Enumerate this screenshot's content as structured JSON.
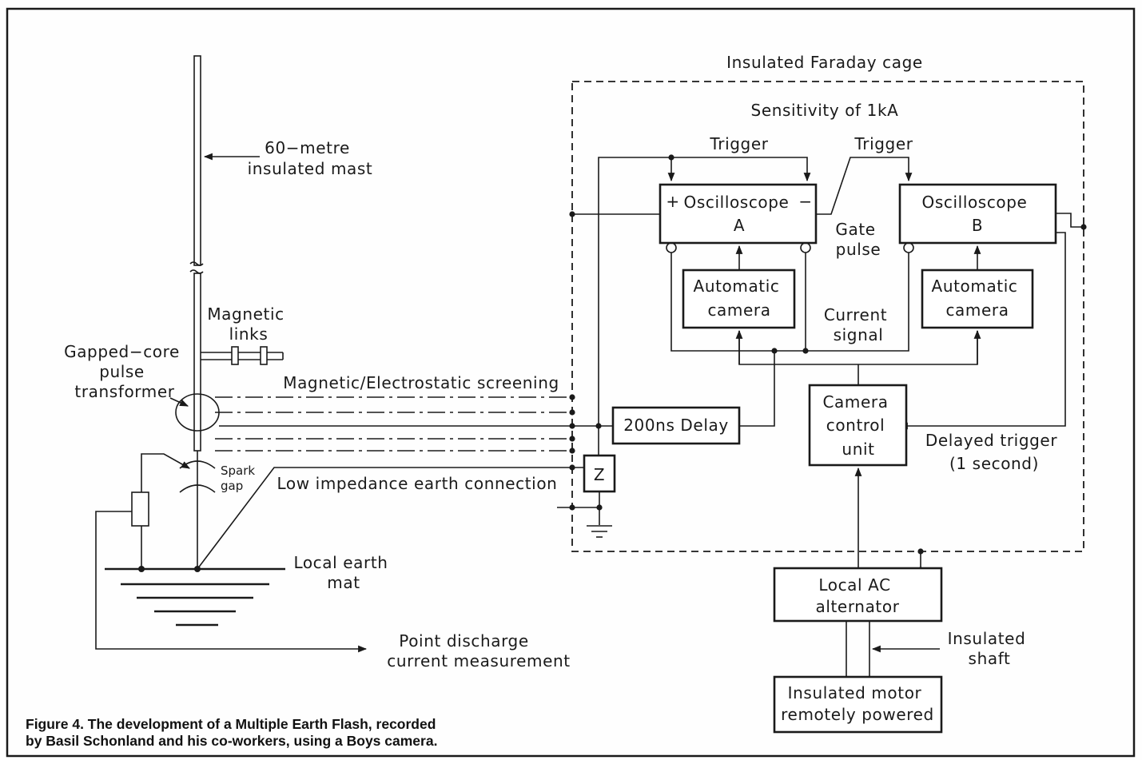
{
  "labels": {
    "mast": [
      "60−metre",
      "insulated  mast"
    ],
    "magnetic_links": [
      "Magnetic",
      "links"
    ],
    "transformer": [
      "Gapped−core",
      "pulse",
      "transformer"
    ],
    "screening": "Magnetic/Electrostatic  screening",
    "spark_gap": [
      "Spark",
      "gap"
    ],
    "low_impedance": "Low  impedance  earth  connection",
    "earth_mat": [
      "Local  earth",
      "mat"
    ],
    "point_discharge": [
      "Point  discharge",
      "current  measurement"
    ],
    "faraday_cage": "Insulated  Faraday  cage",
    "sensitivity": "Sensitivity  of  1kA",
    "trigger_a": "Trigger",
    "trigger_b": "Trigger",
    "osc_a_plus": "+",
    "osc_a_minus": "−",
    "osc_a": [
      "Oscilloscope",
      "A"
    ],
    "osc_b": [
      "Oscilloscope",
      "B"
    ],
    "gate_pulse": [
      "Gate",
      "pulse"
    ],
    "camera_a": [
      "Automatic",
      "camera"
    ],
    "camera_b": [
      "Automatic",
      "camera"
    ],
    "current_signal": [
      "Current",
      "signal"
    ],
    "delay": "200ns  Delay",
    "camera_control": [
      "Camera",
      "control",
      "unit"
    ],
    "delayed_trigger": [
      "Delayed  trigger",
      "(1  second)"
    ],
    "z": "Z",
    "alternator": [
      "Local  AC",
      "alternator"
    ],
    "shaft": [
      "Insulated",
      "shaft"
    ],
    "motor": [
      "Insulated  motor",
      "remotely  powered"
    ]
  },
  "caption": [
    "Figure 4. The development of a Multiple Earth Flash, recorded",
    "by Basil Schonland and his co-workers, using a Boys camera."
  ]
}
